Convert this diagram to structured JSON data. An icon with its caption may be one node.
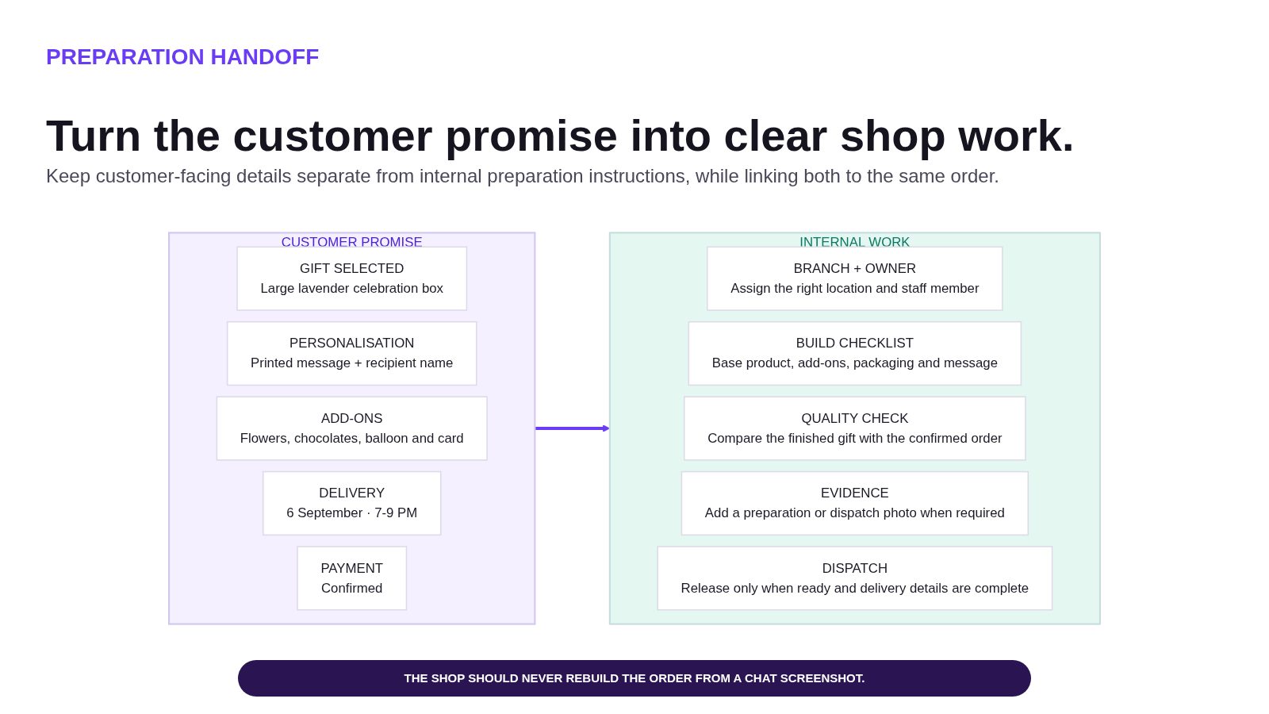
{
  "diagram": {
    "title": "Turn the customer promise into clear shop work.",
    "nodes": [
      {
        "text": [
          "CUSTOMER PROMISE"
        ]
      },
      {
        "text": [
          "GIFT SELECTED",
          "Large lavender celebration box"
        ],
        "in": 0
      },
      {
        "text": [
          "PERSONALISATION",
          "Printed message + recipient name"
        ],
        "in": 0
      },
      {
        "text": [
          "ADD-ONS",
          "Flowers, chocolates, balloon and card"
        ],
        "in": 0
      },
      {
        "text": [
          "DELIVERY",
          "6 September · 7-9 PM"
        ],
        "in": 0
      },
      {
        "text": [
          "PAYMENT",
          "Confirmed"
        ],
        "in": 0
      },
      {
        "text": [
          "INTERNAL WORK"
        ]
      },
      {
        "text": [
          "BRANCH + OWNER",
          "Assign the right location and staff member"
        ],
        "in": 6
      },
      {
        "text": [
          "BUILD CHECKLIST",
          "Base product, add-ons, packaging and message"
        ],
        "in": 6
      },
      {
        "text": [
          "QUALITY CHECK",
          "Compare the finished gift with the confirmed order"
        ],
        "in": 6
      },
      {
        "text": [
          "EVIDENCE",
          "Add a preparation or dispatch photo when required"
        ],
        "in": 6
      },
      {
        "text": [
          "DISPATCH",
          "Release only when ready and delivery details are complete"
        ],
        "in": 6
      }
    ],
    "edges": [
      {
        "from": 0,
        "to": 6,
        "arrow": "to",
        "color": "#6b3cf5"
      }
    ],
    "labels": [
      "PREPARATION HANDOFF",
      "Keep customer-facing details separate from internal preparation instructions, while linking both to the same order.",
      "THE SHOP SHOULD NEVER REBUILD THE ORDER FROM A CHAT SCREENSHOT."
    ]
  }
}
